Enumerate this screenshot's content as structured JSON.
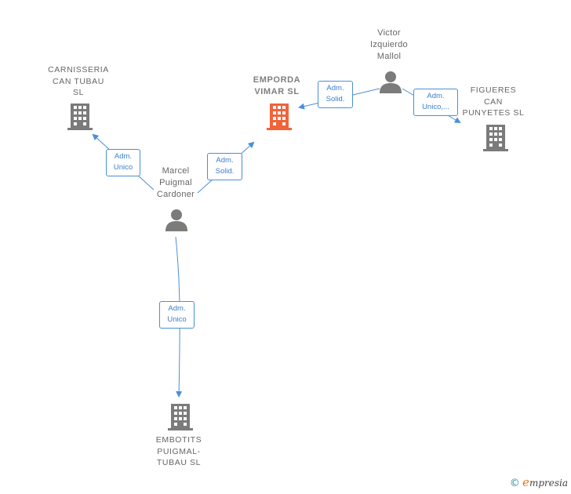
{
  "nodes": {
    "carnisseria": {
      "label": "CARNISSERIA\nCAN TUBAU\nSL",
      "kind": "company"
    },
    "emporda": {
      "label": "EMPORDA\nVIMAR  SL",
      "kind": "company-main"
    },
    "figueres": {
      "label": "FIGUERES\nCAN\nPUNYETES  SL",
      "kind": "company"
    },
    "embotits": {
      "label": "EMBOTITS\nPUIGMAL-\nTUBAU  SL",
      "kind": "company"
    },
    "victor": {
      "label": "Victor\nIzquierdo\nMallol",
      "kind": "person"
    },
    "marcel": {
      "label": "Marcel\nPuigmal\nCardoner",
      "kind": "person"
    }
  },
  "edges": [
    {
      "from": "marcel",
      "to": "carnisseria",
      "label": "Adm.\nUnico"
    },
    {
      "from": "marcel",
      "to": "emporda",
      "label": "Adm.\nSolid."
    },
    {
      "from": "victor",
      "to": "emporda",
      "label": "Adm.\nSolid."
    },
    {
      "from": "victor",
      "to": "figueres",
      "label": "Adm.\nUnico,..."
    },
    {
      "from": "marcel",
      "to": "embotits",
      "label": "Adm.\nUnico"
    }
  ],
  "footer": {
    "copyright": "©",
    "brand_initial": "e",
    "brand_rest": "mpresia"
  },
  "colors": {
    "edge": "#4a8fd8",
    "icon": "#7b7b7b",
    "main_icon": "#f0643a",
    "label": "#666666"
  }
}
